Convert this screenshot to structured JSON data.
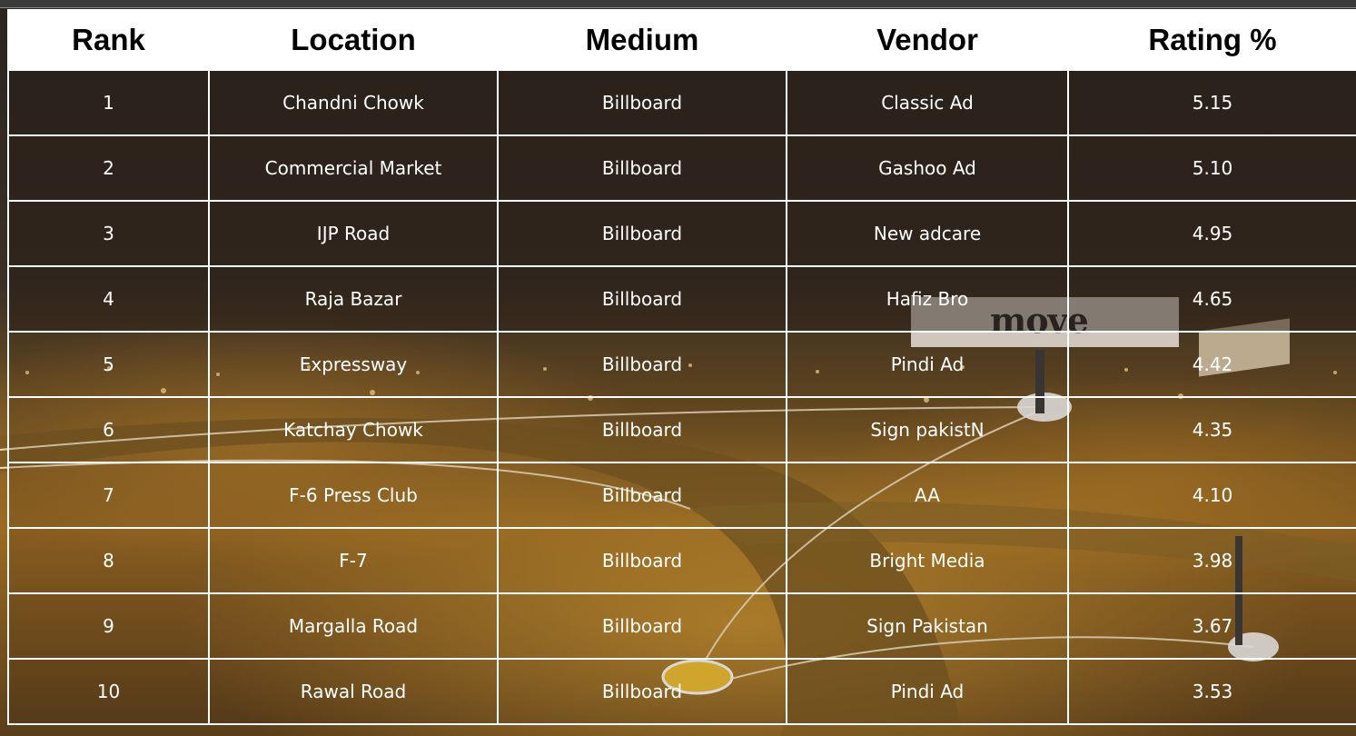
{
  "table": {
    "headers": [
      "Rank",
      "Location",
      "Medium",
      "Vendor",
      "Rating %"
    ],
    "rows": [
      {
        "rank": "1",
        "location": "Chandni Chowk",
        "medium": "Billboard",
        "vendor": "Classic Ad",
        "rating": "5.15"
      },
      {
        "rank": "2",
        "location": "Commercial Market",
        "medium": "Billboard",
        "vendor": "Gashoo Ad",
        "rating": "5.10"
      },
      {
        "rank": "3",
        "location": "IJP Road",
        "medium": "Billboard",
        "vendor": "New adcare",
        "rating": "4.95"
      },
      {
        "rank": "4",
        "location": "Raja Bazar",
        "medium": "Billboard",
        "vendor": "Hafiz Bro",
        "rating": "4.65"
      },
      {
        "rank": "5",
        "location": "Expressway",
        "medium": "Billboard",
        "vendor": "Pindi Ad",
        "rating": "4.42"
      },
      {
        "rank": "6",
        "location": "Katchay Chowk",
        "medium": "Billboard",
        "vendor": "Sign pakistN",
        "rating": "4.35"
      },
      {
        "rank": "7",
        "location": "F-6 Press Club",
        "medium": "Billboard",
        "vendor": "AA",
        "rating": "4.10"
      },
      {
        "rank": "8",
        "location": "F-7",
        "medium": "Billboard",
        "vendor": "Bright Media",
        "rating": "3.98"
      },
      {
        "rank": "9",
        "location": "Margalla Road",
        "medium": "Billboard",
        "vendor": "Sign Pakistan",
        "rating": "3.67"
      },
      {
        "rank": "10",
        "location": "Rawal Road",
        "medium": "Billboard",
        "vendor": "Pindi Ad",
        "rating": "3.53"
      }
    ]
  },
  "background": {
    "billboard_logo": "move",
    "colors": {
      "header_bg": "#ffffff",
      "header_text": "#000000",
      "cell_text": "#ffffff",
      "grid": "#ffffff",
      "night_glow": "#f0a830"
    }
  }
}
